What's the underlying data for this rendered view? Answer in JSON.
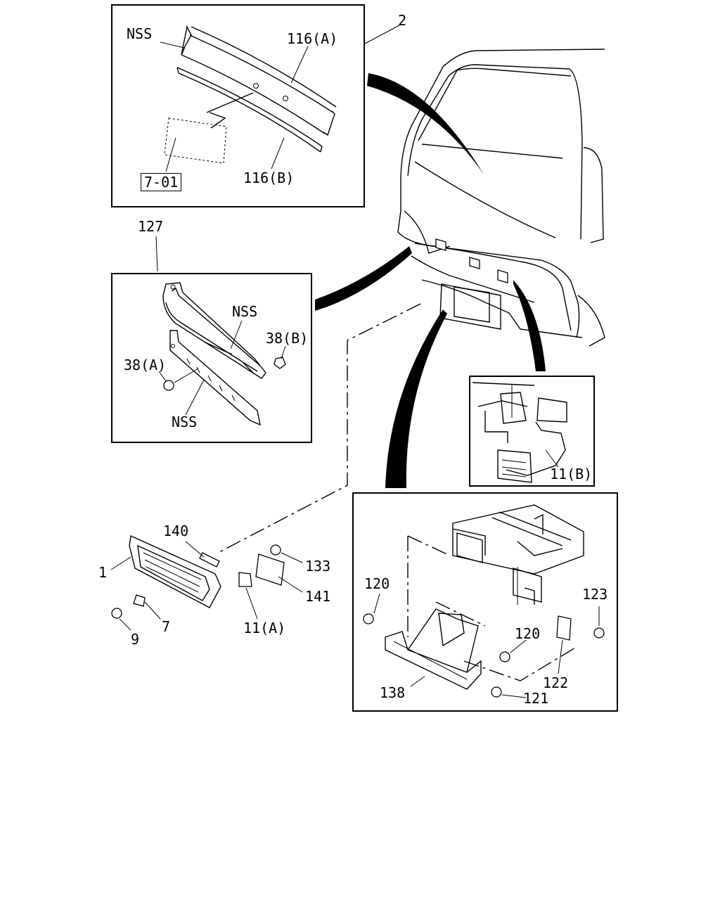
{
  "labels": {
    "nss_top": "NSS",
    "p116a": "116(A)",
    "p116b": "116(B)",
    "ref_701": "7-01",
    "p2": "2",
    "p127": "127",
    "nss_mid1": "NSS",
    "p38b": "38(B)",
    "p38a": "38(A)",
    "nss_mid2": "NSS",
    "p11b": "11(B)",
    "p140": "140",
    "p1": "1",
    "p7": "7",
    "p9": "9",
    "p133": "133",
    "p141": "141",
    "p11a": "11(A)",
    "p120a": "120",
    "p120b": "120",
    "p123": "123",
    "p122": "122",
    "p138": "138",
    "p121": "121"
  }
}
